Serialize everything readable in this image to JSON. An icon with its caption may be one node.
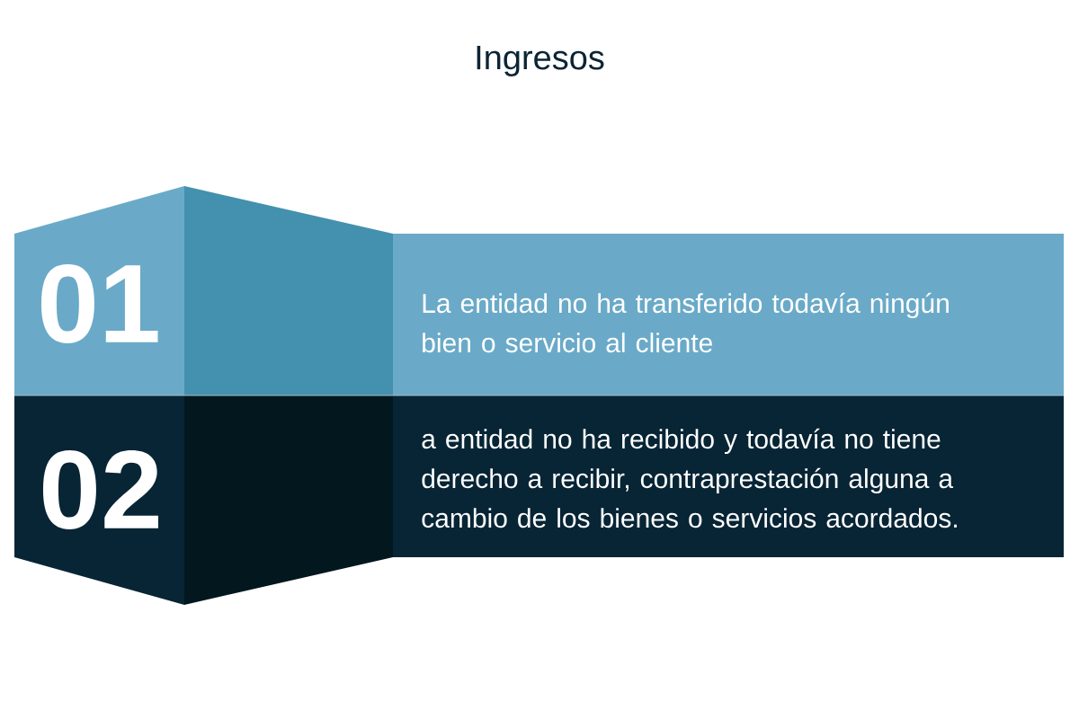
{
  "diagram": {
    "title": "Ingresos",
    "nodes": [
      {
        "text": [
          "01"
        ]
      },
      {
        "text": [
          "La entidad no ha transferido todavía ningún bien o servicio al cliente"
        ]
      },
      {
        "text": [
          "02"
        ]
      },
      {
        "text": [
          "a entidad no ha recibido y todavía no tiene derecho a recibir, contraprestación alguna a cambio de los bienes o servicios acordados."
        ]
      }
    ]
  }
}
